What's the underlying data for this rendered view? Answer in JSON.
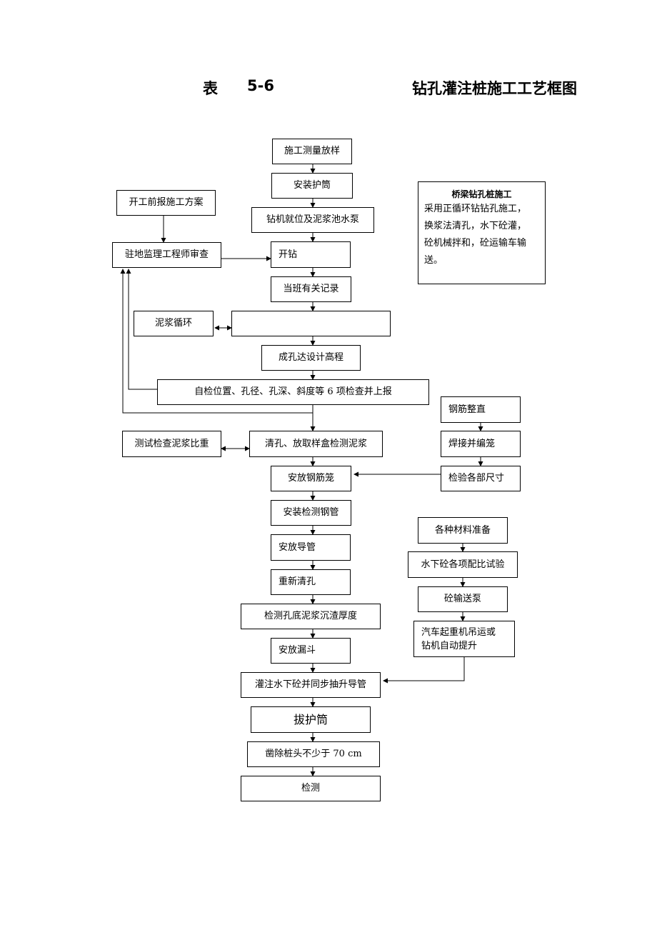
{
  "title": {
    "label": "表",
    "number": "5-6",
    "main": "钻孔灌注桩施工工艺框图"
  },
  "main_flow": [
    "施工测量放样",
    "安装护筒",
    "钻机就位及泥浆池水泵",
    "开钻",
    "当班有关记录",
    "",
    "成孔达设计高程",
    "自检位置、孔径、孔深、斜度等 6 项检查并上报",
    "清孔、放取样盒检测泥浆",
    "安放钢筋笼",
    "安装检测钢管",
    "安放导管",
    "重新清孔",
    "检测孔底泥浆沉渣厚度",
    "安放漏斗",
    "灌注水下砼并同步抽升导管",
    "拔护筒",
    "凿除桩头不少于 70 cm",
    "检测"
  ],
  "left_flow": {
    "plan": "开工前报施工方案",
    "review": "驻地监理工程师审查",
    "mud_cycle": "泥浆循环",
    "mud_test": "测试检查泥浆比重"
  },
  "rebar_flow": [
    "钢筋整直",
    "焊接并编笼",
    "检验各部尺寸"
  ],
  "material_flow": [
    "各种材料准备",
    "水下砼各项配比试验",
    "砼输送泵",
    "汽车起重机吊运或\n钻机自动提升"
  ],
  "note": {
    "heading": "桥梁钻孔桩施工",
    "lines": [
      "采用正循环钻钻孔施工，",
      "换浆法清孔，水下砼灌，",
      "砼机械拌和，砼运输车输",
      "送。"
    ]
  }
}
